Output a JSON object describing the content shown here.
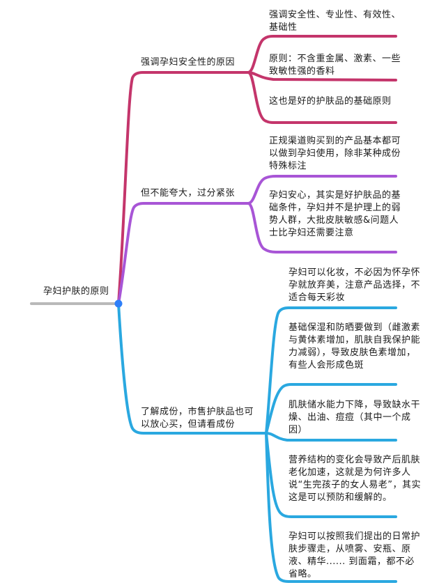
{
  "root": {
    "label": "孕妇护肤的原则",
    "color": "#2d7ff9",
    "stem_color": "#b9b9b9"
  },
  "branches": [
    {
      "label": "强调孕妇安全性的原因",
      "color": "#c4356b",
      "leaves": [
        "强调安全性、专业性、有效性、基础性",
        "原则：不含重金属、激素、一些致敏性强的香料",
        "这也是好的护肤品的基础原则"
      ]
    },
    {
      "label": "但不能夸大，过分紧张",
      "color": "#a855d6",
      "leaves": [
        "正规渠道购买到的产品基本都可以做到孕妇使用，除非某种成份特殊标注",
        "孕妇安心，其实是好护肤品的基础条件，孕妇并不是护理上的弱势人群，大批皮肤敏感&问题人士比孕妇还需要注意"
      ]
    },
    {
      "label": "了解成份，市售护肤品也可以放心买，但请看成份",
      "color": "#2aa8e0",
      "leaves": [
        "孕妇可以化妆，不必因为怀孕怀孕就放弃美，注意产品选择，不适合每天彩妆",
        "基础保湿和防晒要做到（雌激素与黄体素增加，肌肤自我保护能力减弱），导致皮肤色素增加，有些人会形成色斑",
        "肌肤储水能力下降，导致缺水干燥、出油、痘痘（其中一个成因）",
        "营养结构的变化会导致产后肌肤老化加速，这就是为何许多人说“生完孩子的女人易老”，其实这是可以预防和缓解的。",
        "孕妇可以按照我们提出的日常护肤步骤走，从喷雾、安瓶、原液、精华...... 到面霜，都不必省略。"
      ]
    }
  ]
}
